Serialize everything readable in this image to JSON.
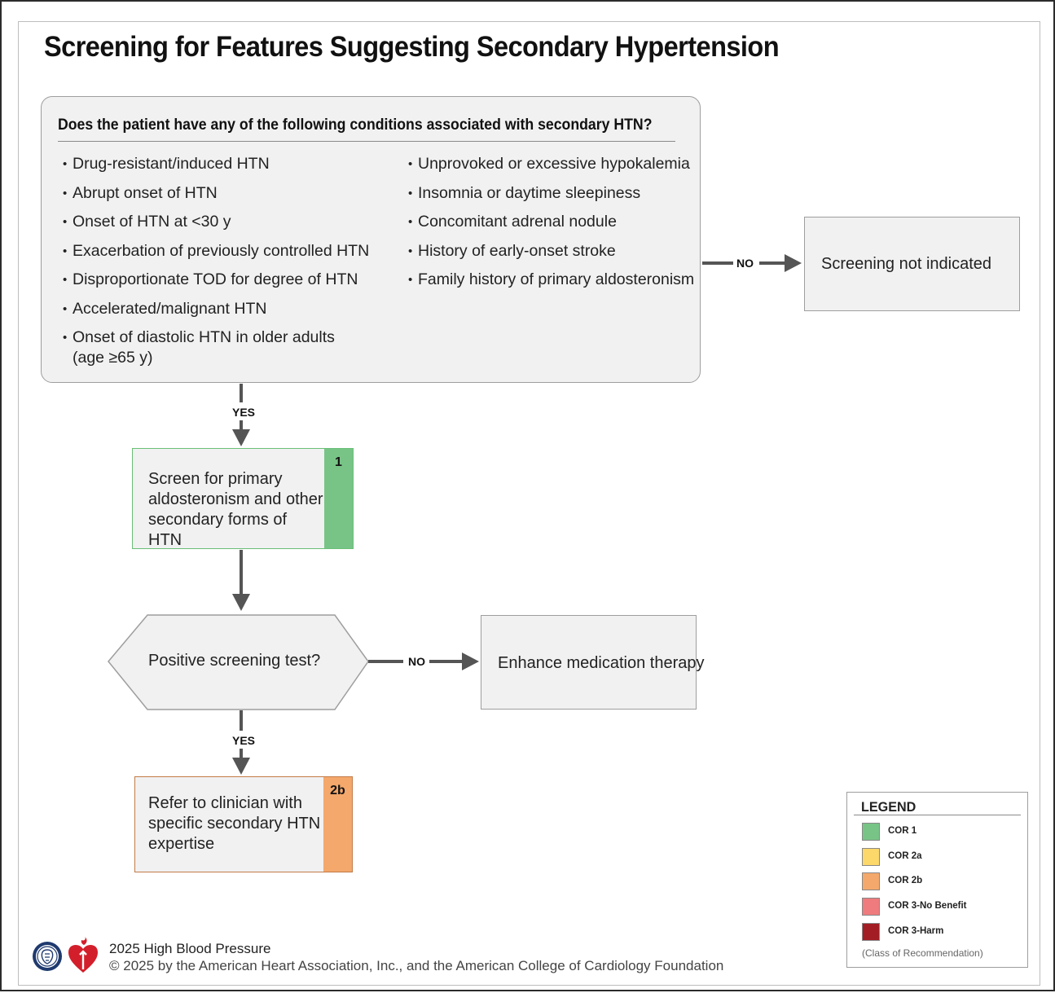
{
  "title": "Screening for Features Suggesting Secondary Hypertension",
  "conditions": {
    "question": "Does the patient have any of the following conditions associated with secondary HTN?",
    "left_items": [
      "Drug-resistant/induced HTN",
      "Abrupt onset of HTN",
      "Onset of HTN at <30 y",
      "Exacerbation of previously controlled HTN",
      "Disproportionate TOD for degree of HTN",
      "Accelerated/malignant HTN",
      "Onset of diastolic HTN in older adults (age ≥65 y)"
    ],
    "right_items": [
      "Unprovoked or excessive hypokalemia",
      "Insomnia or daytime sleepiness",
      "Concomitant adrenal nodule",
      "History of early-onset stroke",
      "Family history of primary aldosteronism"
    ]
  },
  "labels": {
    "yes": "YES",
    "no": "NO"
  },
  "nodes": {
    "screening_not_indicated": "Screening not indicated",
    "screen": {
      "text": "Screen for primary aldosteronism and other secondary forms of HTN",
      "cor": "1",
      "color": "#78c487"
    },
    "decision": "Positive screening test?",
    "enhance": "Enhance medication therapy",
    "refer": {
      "text": "Refer to clinician with specific secondary HTN expertise",
      "cor": "2b",
      "color": "#f4a86b"
    }
  },
  "legend": {
    "title": "LEGEND",
    "items": [
      {
        "label": "COR 1",
        "color": "#78c487"
      },
      {
        "label": "COR 2a",
        "color": "#fcd86a"
      },
      {
        "label": "COR 2b",
        "color": "#f4a86b"
      },
      {
        "label": "COR 3-No Benefit",
        "color": "#ef7b7e"
      },
      {
        "label": "COR 3-Harm",
        "color": "#a31d24"
      }
    ],
    "note": "(Class of Recommendation)"
  },
  "footer": {
    "line1": "2025 High Blood Pressure",
    "line2": "© 2025 by the American Heart Association, Inc., and the American College of Cardiology Foundation"
  },
  "icons": {
    "seal": "acc-seal-logo",
    "heart": "aha-heart-torch-logo"
  }
}
